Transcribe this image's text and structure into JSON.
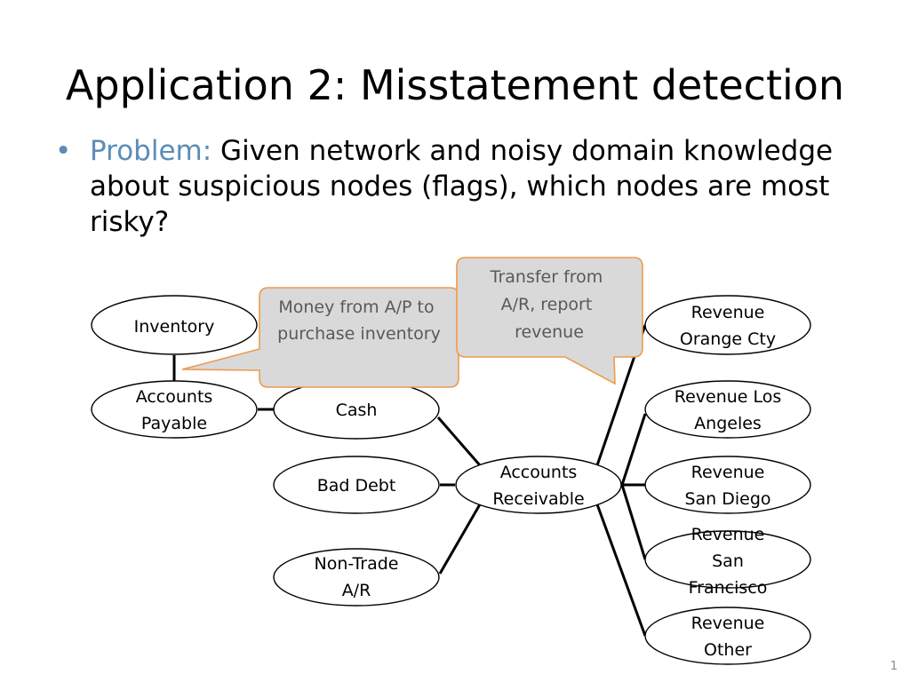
{
  "slide": {
    "title": "Application 2: Misstatement detection",
    "bullet": {
      "lead": "Problem:",
      "text": " Given network and noisy domain knowledge about suspicious nodes (flags), which nodes are most risky?"
    },
    "page_number": "1"
  },
  "diagram": {
    "nodes": {
      "inventory": [
        "Inventory"
      ],
      "accounts_payable": [
        "Accounts",
        "Payable"
      ],
      "cash": [
        "Cash"
      ],
      "bad_debt": [
        "Bad Debt"
      ],
      "non_trade_ar": [
        "Non-Trade",
        "A/R"
      ],
      "accounts_receivable": [
        "Accounts",
        "Receivable"
      ],
      "revenue_orange": [
        "Revenue",
        "Orange Cty"
      ],
      "revenue_la": [
        "Revenue Los",
        "Angeles"
      ],
      "revenue_sd": [
        "Revenue",
        "San Diego"
      ],
      "revenue_sf": [
        "Revenue",
        "San",
        "Francisco"
      ],
      "revenue_other": [
        "Revenue",
        "Other"
      ]
    },
    "callouts": {
      "money_from_ap": [
        "Money from A/P to",
        "purchase inventory"
      ],
      "transfer_from_ar": [
        "Transfer from",
        "A/R, report",
        "revenue"
      ]
    },
    "colors": {
      "callout_fill": "#d9d9d9",
      "callout_border": "#ed9b4d",
      "callout_text": "#595959",
      "edge": "#000000",
      "accent": "#5b8db8"
    }
  }
}
